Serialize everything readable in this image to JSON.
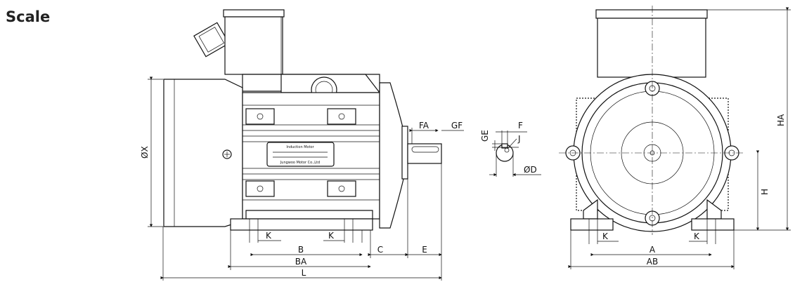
{
  "title": "Scale",
  "side_view": {
    "labels": {
      "diameter_x": "ØX",
      "k_left": "K",
      "k_right": "K",
      "b": "B",
      "c": "C",
      "e": "E",
      "ba": "BA",
      "l": "L",
      "fa": "FA",
      "gf": "GF"
    },
    "nameplate": {
      "heading": "Induction Motor",
      "maker": "Jungwoo Motor Co.,Ltd"
    }
  },
  "shaft_detail": {
    "labels": {
      "ge": "GE",
      "f": "F",
      "j": "J",
      "diameter_d": "ØD"
    }
  },
  "front_view": {
    "labels": {
      "k_left": "K",
      "k_right": "K",
      "a": "A",
      "ab": "AB",
      "h": "H",
      "ha": "HA"
    }
  }
}
